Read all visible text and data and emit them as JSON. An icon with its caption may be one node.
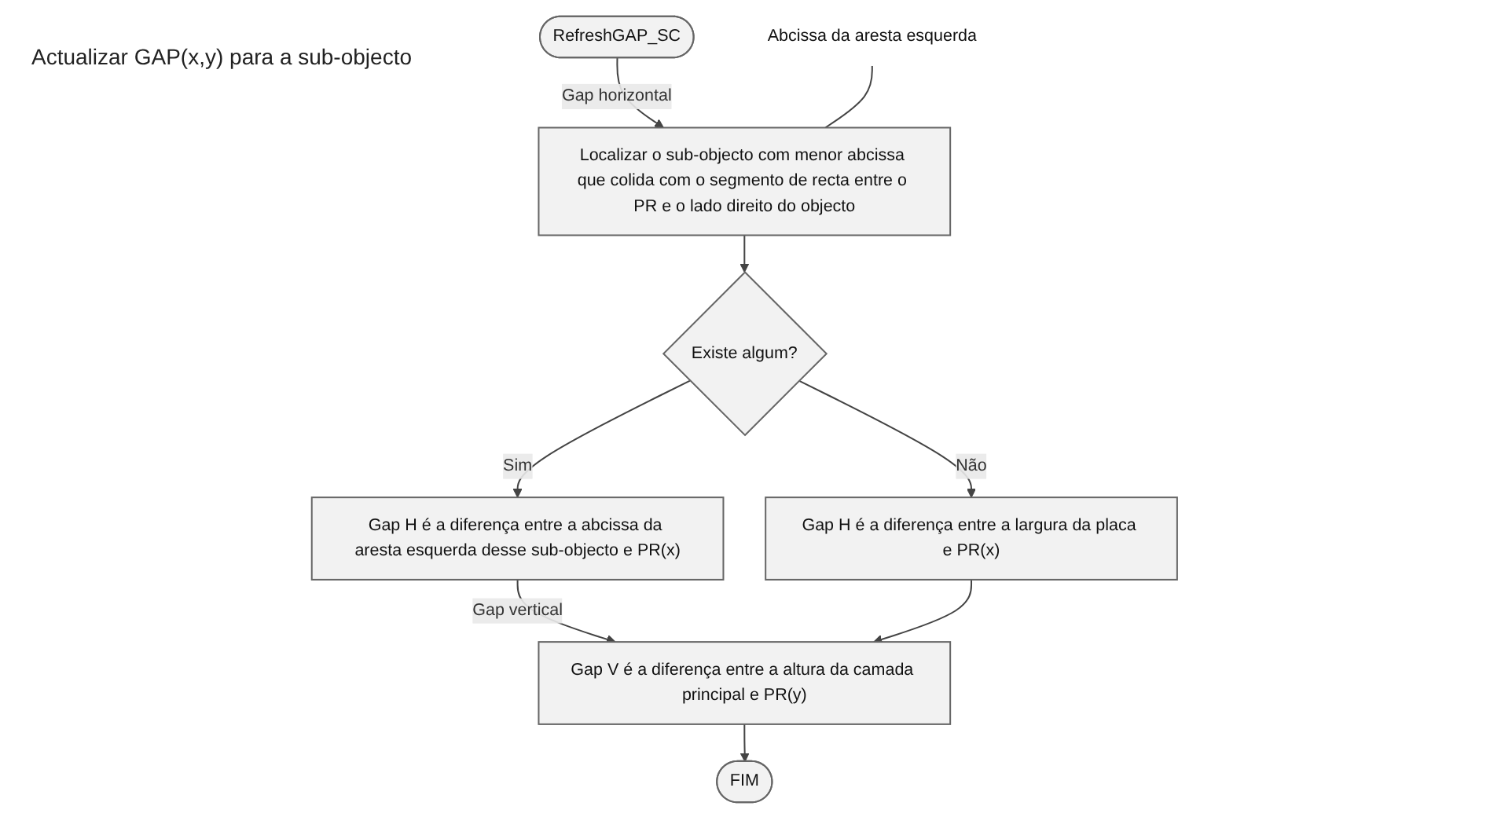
{
  "diagram": {
    "nodes": [
      {
        "text": [
          "RefreshGAP_SC"
        ]
      },
      {
        "text": [
          "Abcissa da aresta esquerda"
        ]
      },
      {
        "text": [
          "Localizar o sub-objecto com menor abcissa que colida com o segmento de recta entre o PR e o lado direito do objecto"
        ]
      },
      {
        "text": [
          "Existe algum?"
        ]
      },
      {
        "text": [
          "Gap H é a diferença entre a abcissa da aresta esquerda desse sub-objecto e PR(x)"
        ]
      },
      {
        "text": [
          "Gap H é a diferença entre a largura da placa e PR(x)"
        ]
      },
      {
        "text": [
          "Gap V é a diferença entre a altura da camada principal e PR(y)"
        ]
      },
      {
        "text": [
          "FIM"
        ]
      }
    ],
    "edges": [
      {
        "from": 0,
        "to": 2,
        "arrow": "to",
        "label": "Gap horizontal"
      },
      {
        "from": 1,
        "to": 2,
        "arrow": "none"
      },
      {
        "from": 2,
        "to": 3,
        "arrow": "to"
      },
      {
        "from": 3,
        "to": 4,
        "arrow": "to",
        "label": "Sim"
      },
      {
        "from": 3,
        "to": 5,
        "arrow": "to",
        "label": "Não"
      },
      {
        "from": 4,
        "to": 6,
        "arrow": "to",
        "label": "Gap vertical"
      },
      {
        "from": 5,
        "to": 6,
        "arrow": "to"
      },
      {
        "from": 6,
        "to": 7,
        "arrow": "to"
      }
    ],
    "labels": [
      "Actualizar GAP(x,y) para a sub-objecto"
    ]
  }
}
